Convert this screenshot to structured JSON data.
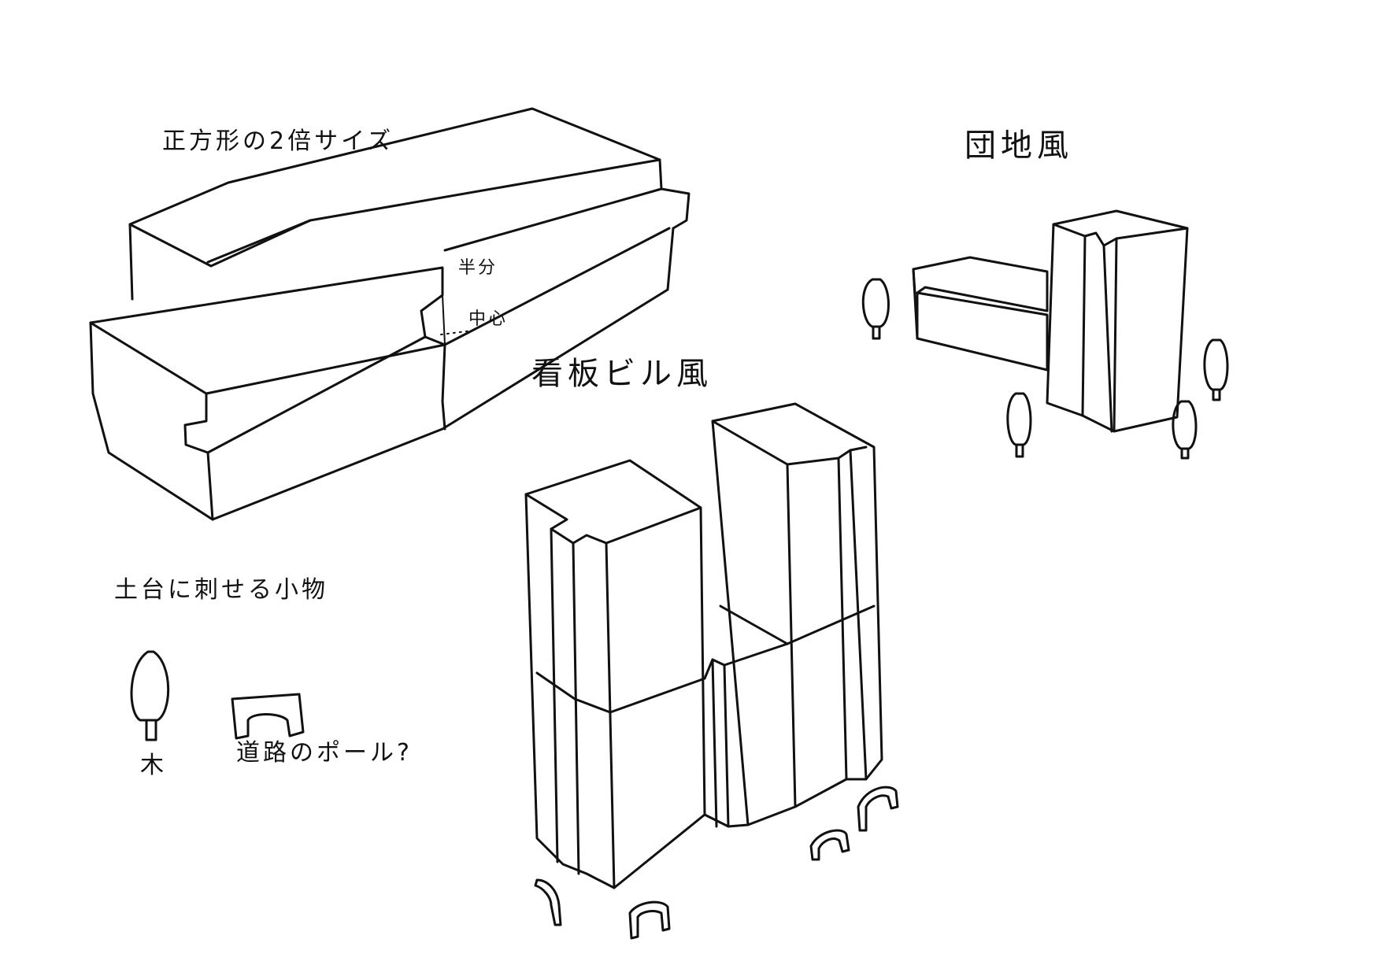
{
  "labels": {
    "double_size": "正方形の2倍サイズ",
    "half": "半分",
    "center": "中心",
    "danchi_style": "団地風",
    "signboard_building": "看板ビル風",
    "pieces_title": "土台に刺せる小物",
    "tree": "木",
    "road_pole": "道路のポール?"
  },
  "colors": {
    "ink": "#111111",
    "paper": "#ffffff"
  }
}
